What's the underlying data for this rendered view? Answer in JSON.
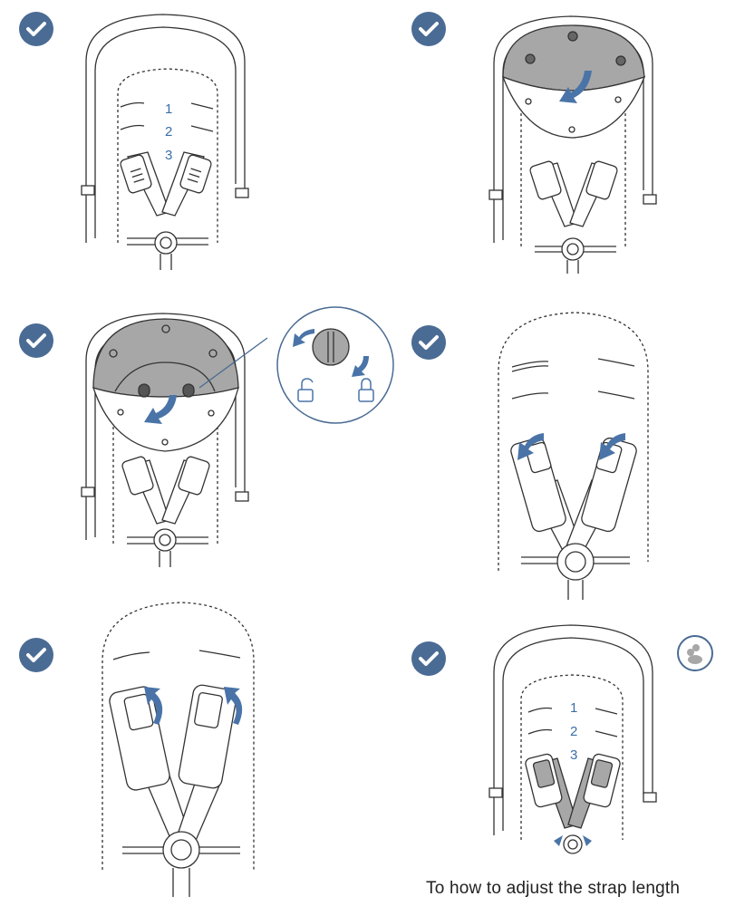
{
  "steps": [
    {
      "id": 1,
      "numbers": [
        "1",
        "2",
        "3"
      ]
    },
    {
      "id": 2
    },
    {
      "id": 3
    },
    {
      "id": 4
    },
    {
      "id": 5
    },
    {
      "id": 6,
      "numbers": [
        "1",
        "2",
        "3"
      ]
    }
  ],
  "caption": "To how to adjust the strap length",
  "colors": {
    "accent": "#4a6b94",
    "arrow": "#4a74a8",
    "cover": "#a7a7a7",
    "line": "#333333"
  },
  "icons": [
    "check-icon",
    "rotate-arrow-icon",
    "unlock-icon",
    "lock-icon",
    "child-silhouette-icon"
  ]
}
